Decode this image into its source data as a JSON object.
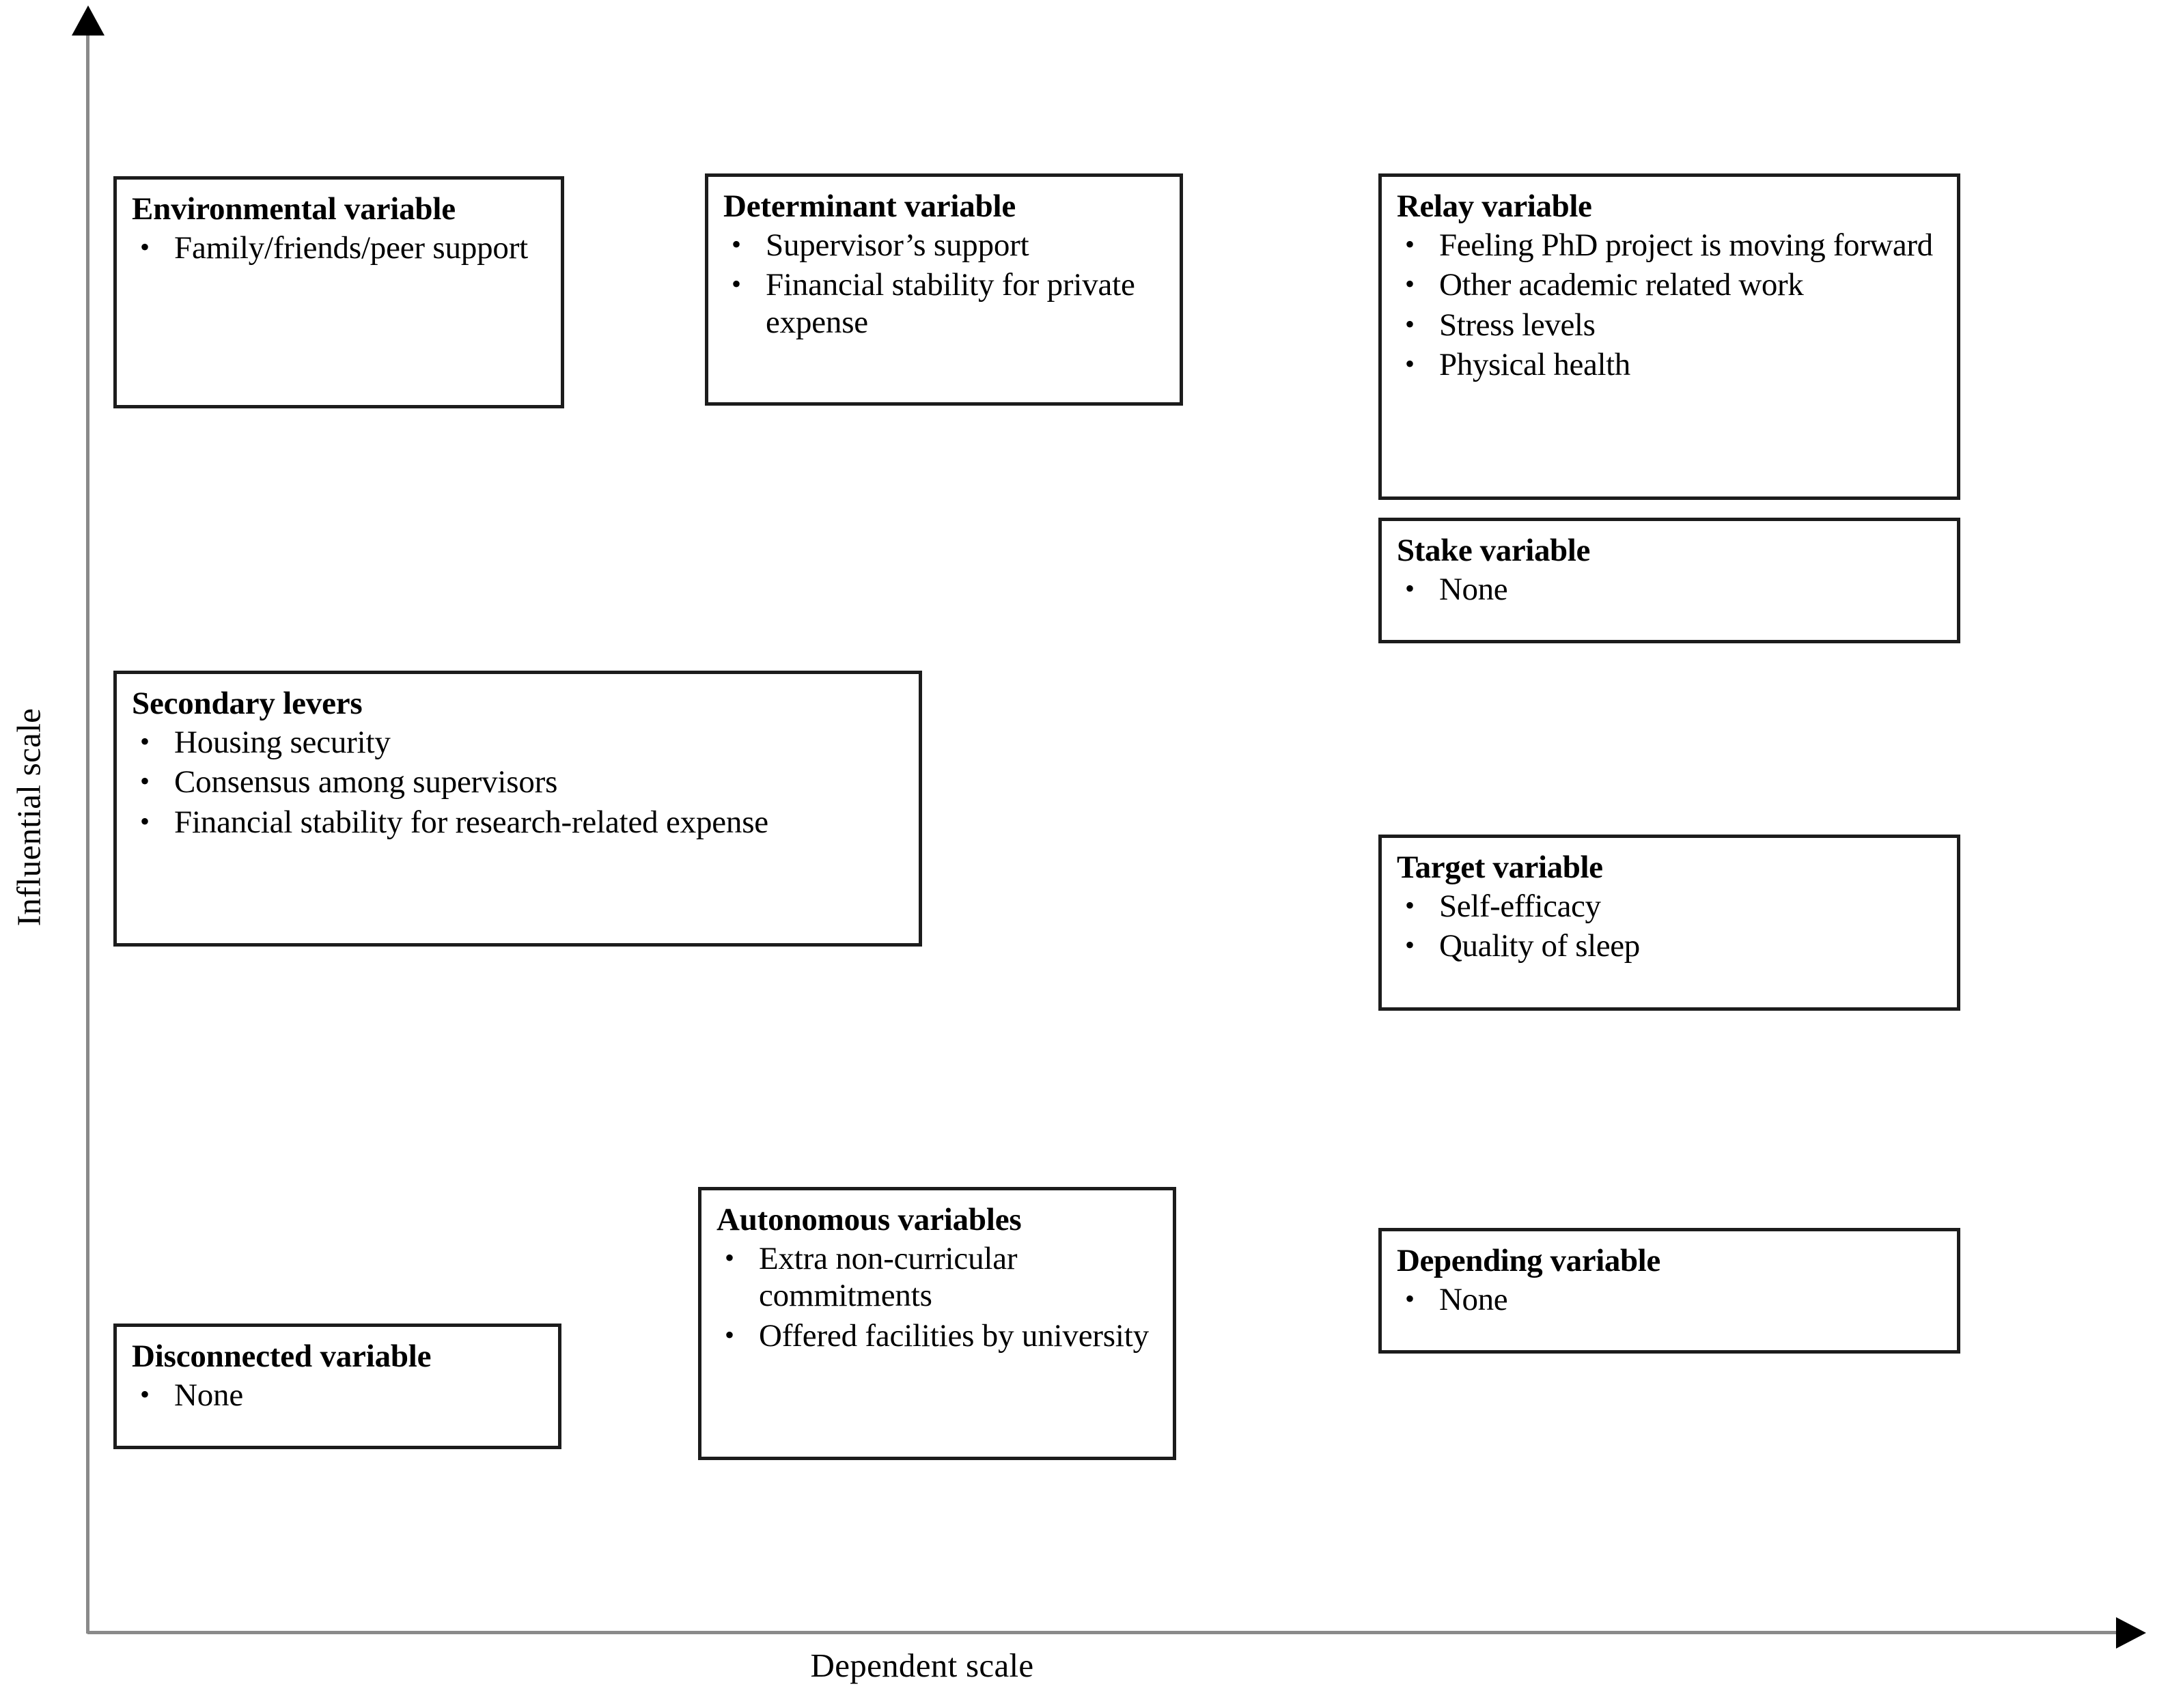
{
  "axes": {
    "y_title": "Influential scale",
    "x_title": "Dependent scale",
    "y_arrow_icon": "arrow-up-icon",
    "x_arrow_icon": "arrow-right-icon"
  },
  "bullet_glyph": "•",
  "boxes": [
    {
      "id": "environmental",
      "title": "Environmental variable",
      "items": [
        "Family/friends/peer support"
      ]
    },
    {
      "id": "determinant",
      "title": "Determinant variable",
      "items": [
        "Supervisor’s support",
        "Financial stability for private expense"
      ]
    },
    {
      "id": "relay",
      "title": "Relay variable",
      "items": [
        "Feeling PhD project is moving forward",
        "Other academic related work",
        "Stress levels",
        "Physical health"
      ]
    },
    {
      "id": "stake",
      "title": "Stake variable",
      "items": [
        "None"
      ]
    },
    {
      "id": "secondary",
      "title": "Secondary levers",
      "items": [
        "Housing security",
        "Consensus among supervisors",
        "Financial stability for research-related expense"
      ]
    },
    {
      "id": "target",
      "title": "Target variable",
      "items": [
        "Self-efficacy",
        "Quality of sleep"
      ]
    },
    {
      "id": "autonomous",
      "title": "Autonomous variables",
      "items": [
        "Extra non-curricular commitments",
        "Offered facilities by university"
      ]
    },
    {
      "id": "depending",
      "title": "Depending variable",
      "items": [
        "None"
      ]
    },
    {
      "id": "disconnected",
      "title": "Disconnected variable",
      "items": [
        "None"
      ]
    }
  ]
}
